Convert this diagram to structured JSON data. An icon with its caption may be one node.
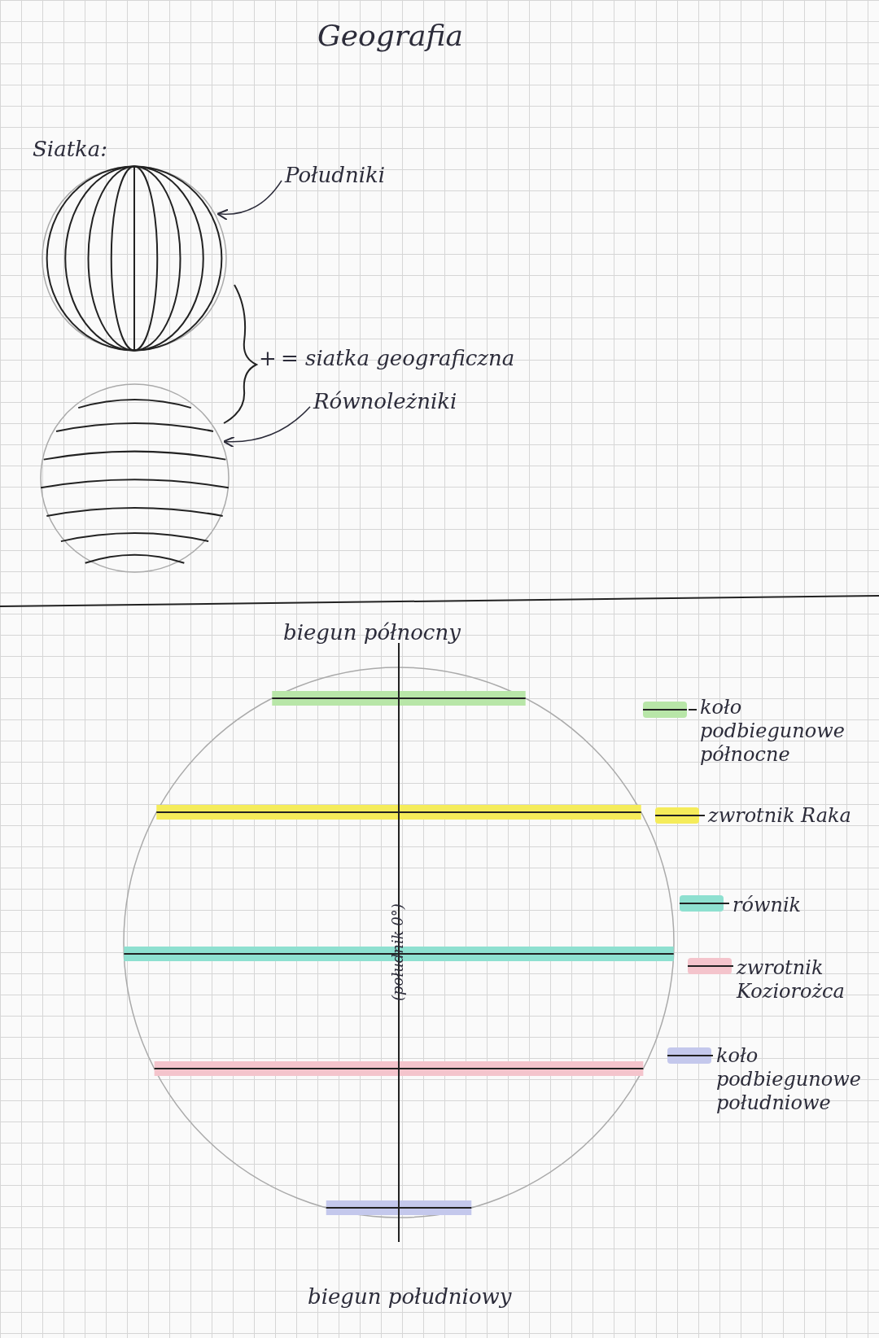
{
  "diagram": {
    "title": "Geografia",
    "nodes": [
      {
        "text": [],
        "shape": "picture"
      },
      {
        "text": [
          "Południki"
        ]
      },
      {
        "text": [],
        "shape": "picture"
      },
      {
        "text": [
          "Równoleżniki"
        ]
      }
    ],
    "edges": [
      {
        "from": 1,
        "to": 0,
        "arrow": "to"
      },
      {
        "from": 3,
        "to": 2,
        "arrow": "to"
      }
    ],
    "labels": [
      "Siatka:",
      "+",
      "= siatka geograficzna",
      "biegun północny",
      "(południk 0°)",
      "biegun południowy"
    ],
    "legend": [
      {
        "text": "koło podbiegunowe północne",
        "color": "#b8e6a8"
      },
      {
        "text": "zwrotnik Raka",
        "color": "#f5ec5a"
      },
      {
        "text": "równik",
        "color": "#8ee0d0"
      },
      {
        "text": "zwrotnik Koziorożca",
        "color": "#f4c4cc"
      },
      {
        "text": "koło podbiegunowe południowe",
        "color": "#c4c8ec"
      }
    ]
  }
}
